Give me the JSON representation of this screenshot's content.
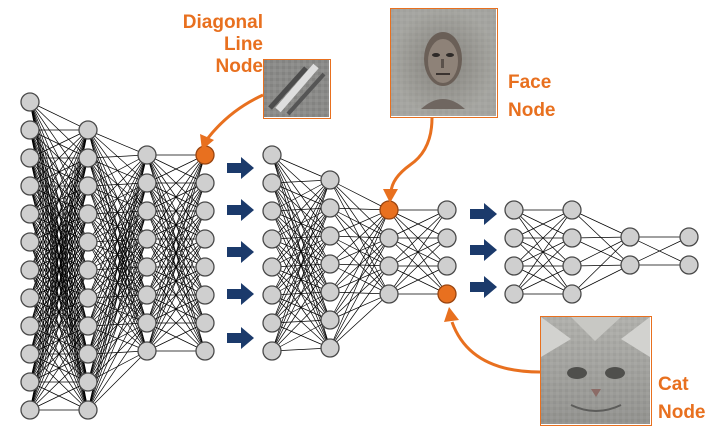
{
  "labels": {
    "diagonal_line_node_l1": "Diagonal",
    "diagonal_line_node_l2": "Line",
    "diagonal_line_node_l3": "Node",
    "face_node_l1": "Face",
    "face_node_l2": "Node",
    "cat_node_l1": "Cat",
    "cat_node_l2": "Node"
  },
  "colors": {
    "node_fill": "#cfcfcf",
    "node_stroke": "#4a4a4a",
    "highlight_node": "#e8701f",
    "arrow": "#1b3a6b",
    "edge": "#000000",
    "annotation": "#e8701f"
  },
  "networks": [
    {
      "name": "network-1",
      "layers": [
        12,
        11,
        8,
        8
      ]
    },
    {
      "name": "network-2",
      "layers": [
        8,
        7,
        4,
        4
      ]
    },
    {
      "name": "network-3",
      "layers": [
        4,
        4,
        2,
        2
      ]
    }
  ],
  "icons": {
    "transition_arrow": "right-arrow-icon"
  }
}
